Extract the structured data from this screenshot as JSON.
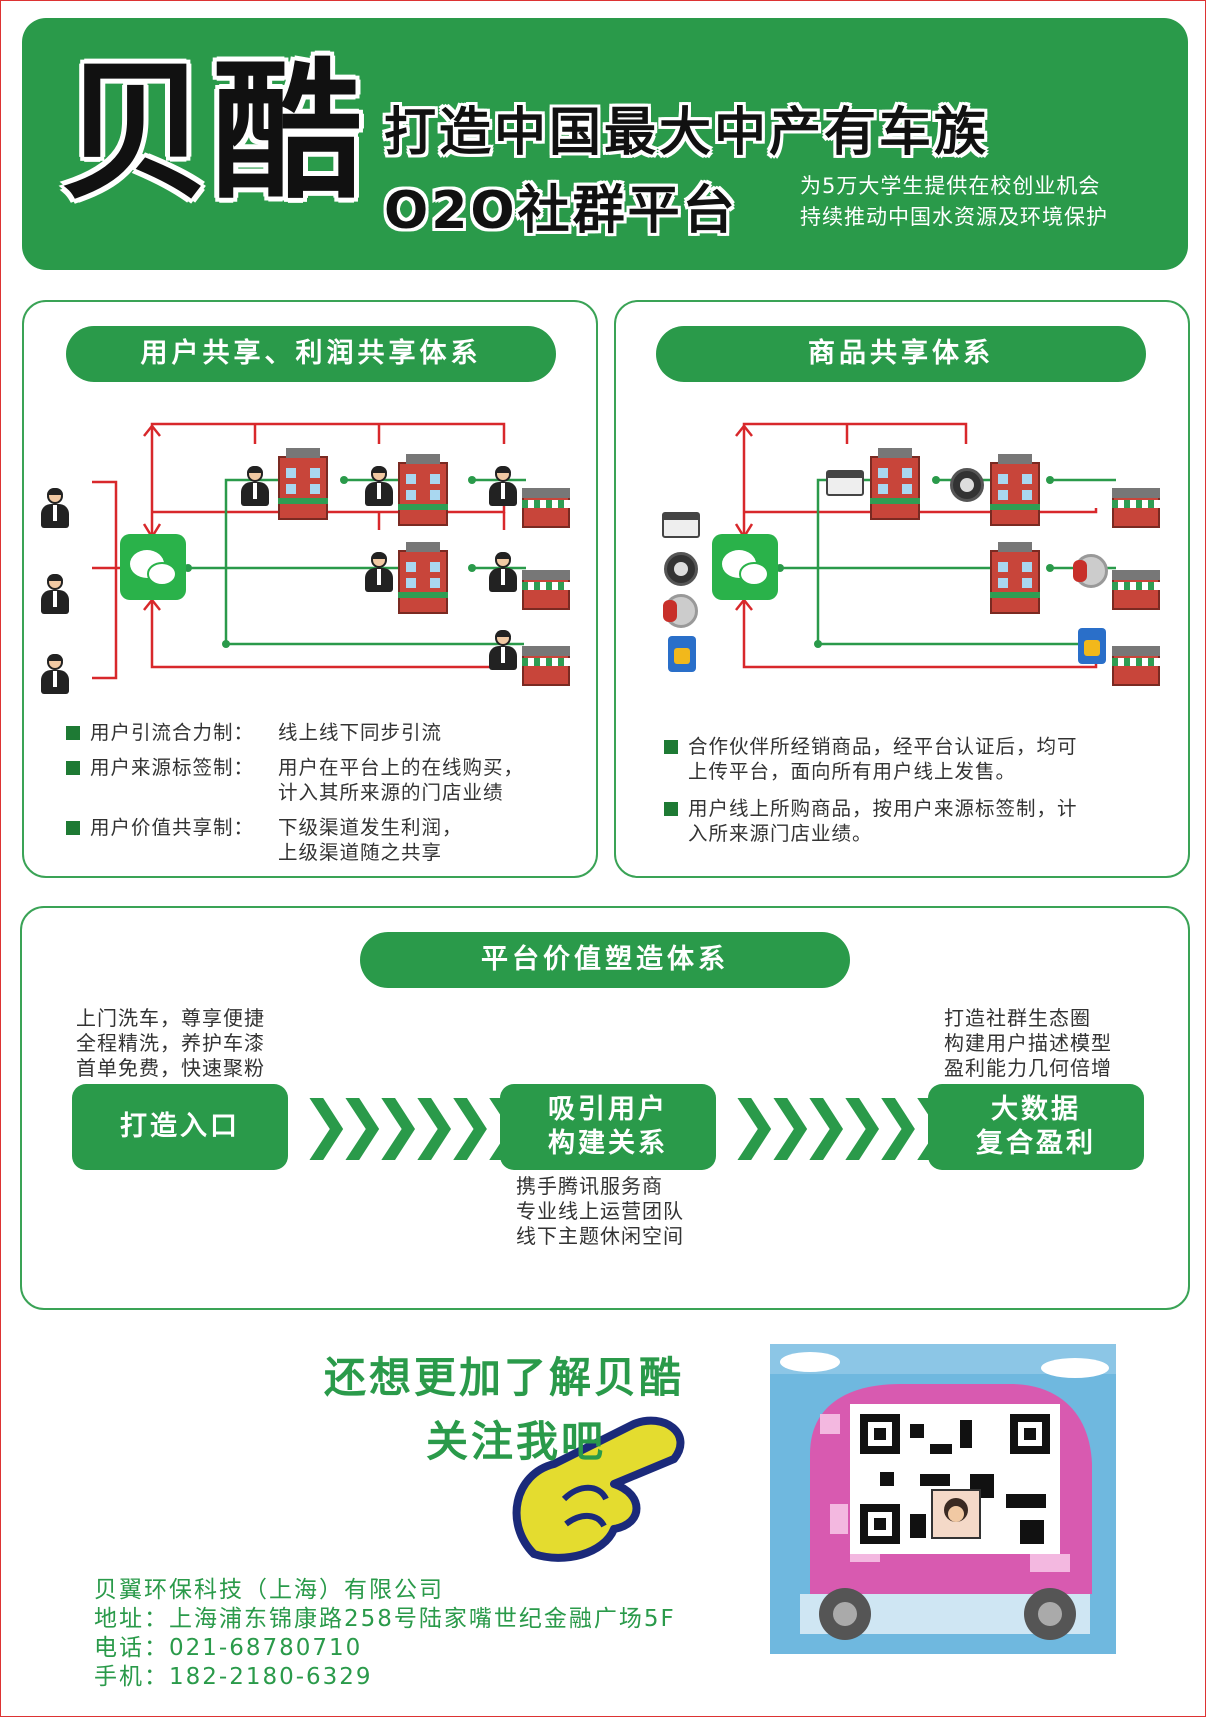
{
  "header": {
    "brand": "贝酷",
    "slogan_line1": "打造中国最大中产有车族",
    "slogan_line2": "O2O社群平台",
    "sub_line1": "为5万大学生提供在校创业机会",
    "sub_line2": "持续推动中国水资源及环境保护"
  },
  "panel_left": {
    "title": "用户共享、利润共享体系",
    "bullets": [
      {
        "label": "用户引流合力制：",
        "text_lines": [
          "线上线下同步引流"
        ]
      },
      {
        "label": "用户来源标签制：",
        "text_lines": [
          "用户在平台上的在线购买，",
          "计入其所来源的门店业绩"
        ]
      },
      {
        "label": "用户价值共享制：",
        "text_lines": [
          "下级渠道发生利润，",
          "上级渠道随之共享"
        ]
      }
    ]
  },
  "panel_right": {
    "title": "商品共享体系",
    "bullets": [
      {
        "lines": [
          "合作伙伴所经销商品，经平台认证后，均可",
          "上传平台，面向所有用户线上发售。"
        ]
      },
      {
        "lines": [
          "用户线上所购商品，按用户来源标签制，计",
          "入所来源门店业绩。"
        ]
      }
    ]
  },
  "platform": {
    "title": "平台价值塑造体系",
    "left_notes": [
      "上门洗车，尊享便捷",
      "全程精洗，养护车漆",
      "首单免费，快速聚粉"
    ],
    "right_notes": [
      "打造社群生态圈",
      "构建用户描述模型",
      "盈利能力几何倍增"
    ],
    "middle_notes": [
      "携手腾讯服务商",
      "专业线上运营团队",
      "线下主题休闲空间"
    ],
    "steps": [
      {
        "lines": [
          "打造入口"
        ]
      },
      {
        "lines": [
          "吸引用户",
          "构建关系"
        ]
      },
      {
        "lines": [
          "大数据",
          "复合盈利"
        ]
      }
    ],
    "chevrons": "❯❯❯❯❯❯"
  },
  "footer": {
    "cta_line1": "还想更加了解贝酷",
    "cta_line2": "关注我吧",
    "company": "贝翼环保科技（上海）有限公司",
    "address": "地址：上海浦东锦康路258号陆家嘴世纪金融广场5F",
    "phone": "电话：021-68780710",
    "mobile": "手机：182-2180-6329"
  },
  "colors": {
    "green": "#2a9a4a",
    "red_line": "#d8282b",
    "green_line": "#2a9a4a"
  }
}
